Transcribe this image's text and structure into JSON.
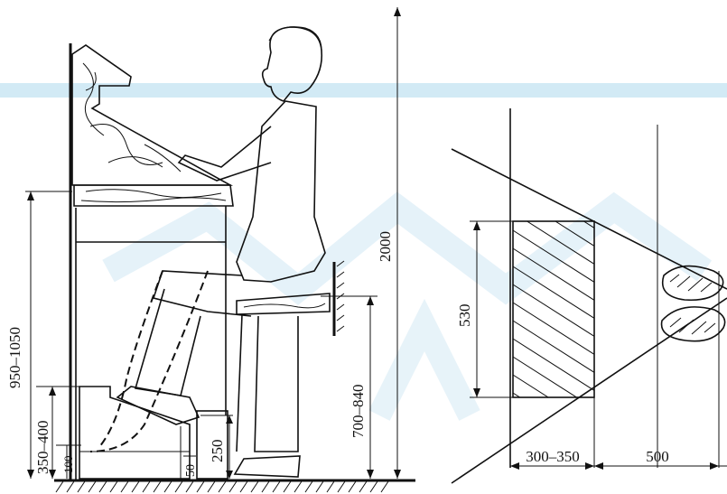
{
  "labels": {
    "height_total": "2000",
    "height_top": "950–1050",
    "height_seat": "700–840",
    "height_footrest_high": "350–400",
    "height_footrest_small": "100",
    "height_footbox": "250",
    "height_base": "50",
    "plan_width": "530",
    "plan_depth": "300–350",
    "plan_clearance": "500"
  },
  "colors": {
    "ink": "#111111",
    "watermark": "#9fd0e8"
  }
}
